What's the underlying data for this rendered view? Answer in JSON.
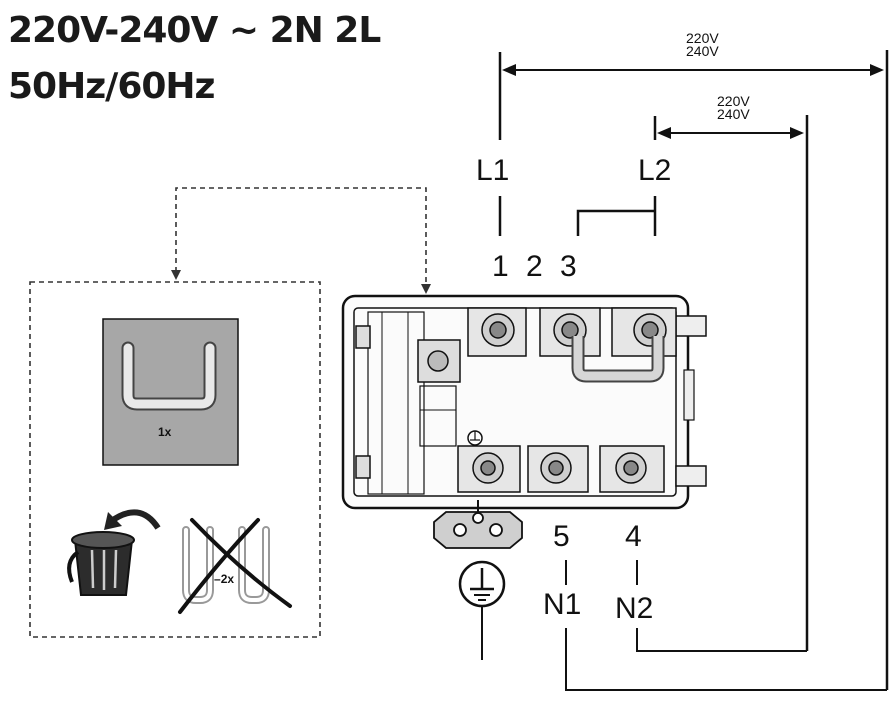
{
  "header": {
    "voltage": "220V-240V ~  2N 2L",
    "frequency": "50Hz/60Hz"
  },
  "wires": {
    "top_voltage": [
      "220V",
      "240V"
    ],
    "mid_voltage": [
      "220V",
      "240V"
    ],
    "lines": [
      "L1",
      "L2"
    ],
    "neutrals": [
      "N1",
      "N2"
    ]
  },
  "terminals": {
    "top": [
      "1",
      "2",
      "3"
    ],
    "bottom": [
      "5",
      "4"
    ]
  },
  "accessories": {
    "bridge_count": "1x",
    "removed_count": "2x"
  },
  "icons": [
    "ground-icon",
    "trash-can-icon",
    "jumper-bridge-icon"
  ]
}
